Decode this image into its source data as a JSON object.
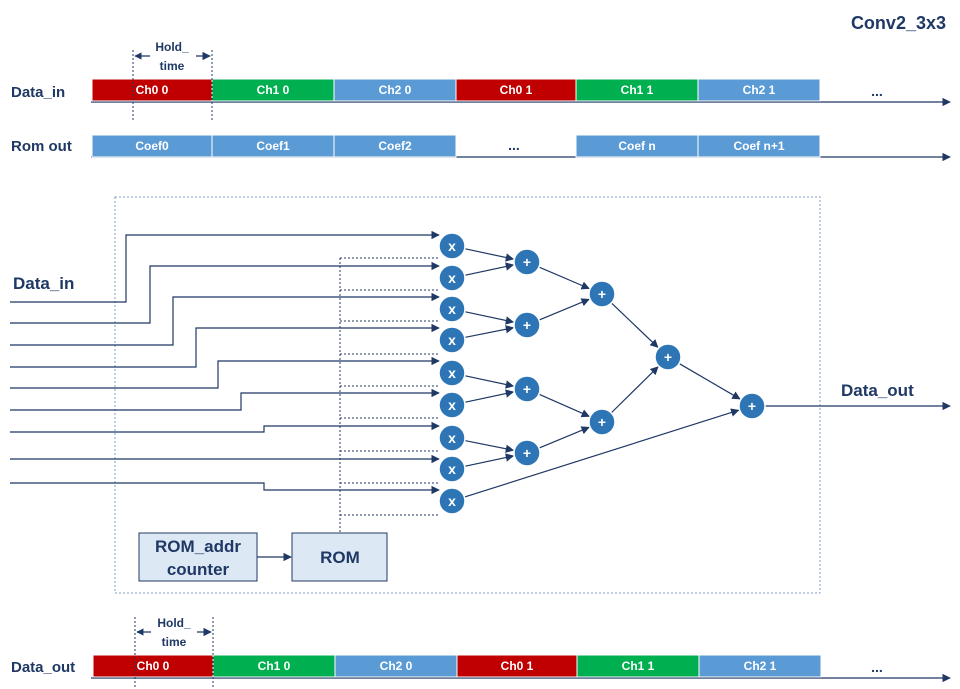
{
  "title": "Conv2_3x3",
  "colors": {
    "red": "#c00000",
    "green": "#00b050",
    "blue": "#5b9bd5",
    "navy": "#1f3864",
    "op_fill": "#2e75b6",
    "box_fill": "#dde8f5"
  },
  "top_timing": {
    "label": "Data_in",
    "hold_label_1": "Hold_",
    "hold_label_2": "time",
    "segments": [
      "Ch0 0",
      "Ch1 0",
      "Ch2 0",
      "Ch0 1",
      "Ch1 1",
      "Ch2 1"
    ],
    "segment_colors": [
      "red",
      "green",
      "blue",
      "red",
      "green",
      "blue"
    ],
    "ellipsis": "..."
  },
  "rom_timing": {
    "label": "Rom out",
    "segments": [
      "Coef0",
      "Coef1",
      "Coef2",
      "",
      "Coef n",
      "Coef n+1"
    ],
    "ellipsis": "..."
  },
  "datapath": {
    "input_label": "Data_in",
    "output_label": "Data_out",
    "multiply_symbol": "x",
    "add_symbol": "+",
    "rom_addr_line1": "ROM_addr",
    "rom_addr_line2": "counter",
    "rom_label": "ROM"
  },
  "bottom_timing": {
    "label": "Data_out",
    "hold_label_1": "Hold_",
    "hold_label_2": "time",
    "segments": [
      "Ch0 0",
      "Ch1 0",
      "Ch2 0",
      "Ch0 1",
      "Ch1 1",
      "Ch2 1"
    ],
    "segment_colors": [
      "red",
      "green",
      "blue",
      "red",
      "green",
      "blue"
    ],
    "ellipsis": "..."
  }
}
